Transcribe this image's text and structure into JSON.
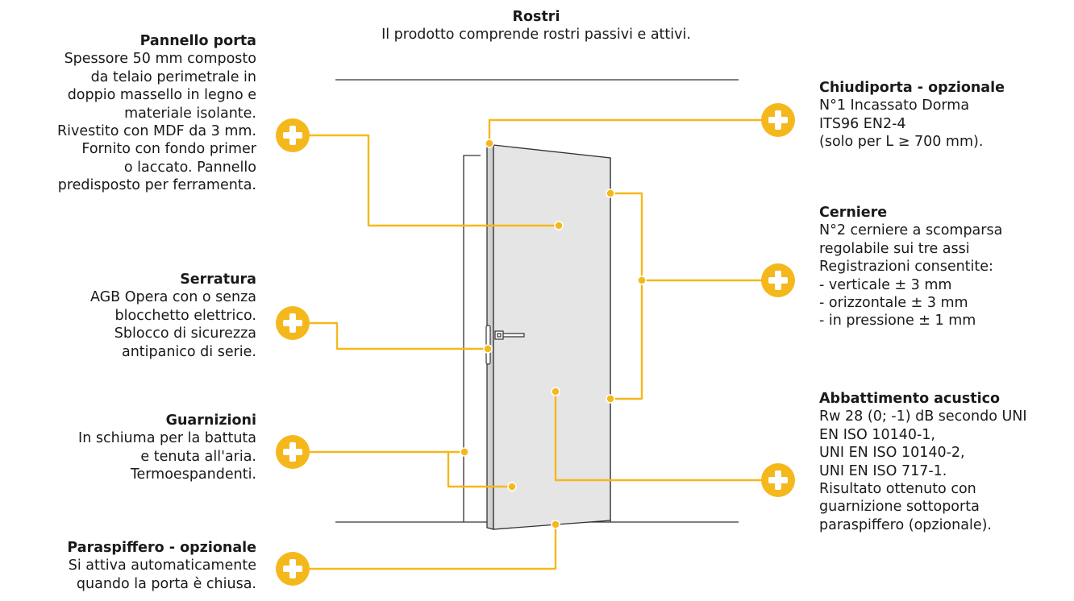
{
  "colors": {
    "accent": "#f5b81c",
    "panel": "#e5e5e5",
    "outline": "#333333",
    "text": "#1a1a1a"
  },
  "callouts": {
    "rostri": {
      "title": "Rostri",
      "lines": [
        "Il prodotto comprende rostri passivi e attivi."
      ]
    },
    "pannello": {
      "title": "Pannello porta",
      "lines": [
        "Spessore 50 mm composto",
        "da telaio perimetrale in",
        "doppio massello in legno e",
        "materiale isolante.",
        "Rivestito con MDF da 3 mm.",
        "Fornito con fondo primer",
        "o laccato. Pannello",
        "predisposto per ferramenta."
      ]
    },
    "serratura": {
      "title": "Serratura",
      "lines": [
        "AGB Opera con o senza",
        "blocchetto elettrico.",
        "Sblocco di sicurezza",
        "antipanico di serie."
      ]
    },
    "guarnizioni": {
      "title": "Guarnizioni",
      "lines": [
        "In schiuma per la battuta",
        "e tenuta all'aria.",
        "Termoespandenti."
      ]
    },
    "paraspiffero": {
      "title": "Paraspiffero - opzionale",
      "lines": [
        "Si attiva automaticamente",
        "quando la porta è chiusa."
      ]
    },
    "chiudiporta": {
      "title": "Chiudiporta - opzionale",
      "lines": [
        "N°1 Incassato Dorma",
        "ITS96 EN2-4",
        "(solo per L ≥ 700 mm)."
      ]
    },
    "cerniere": {
      "title": "Cerniere",
      "lines": [
        "N°2 cerniere a scomparsa",
        "regolabile sui tre assi",
        "Registrazioni consentite:",
        "- verticale ± 3 mm",
        "- orizzontale ± 3 mm",
        "- in pressione ± 1 mm"
      ]
    },
    "abbattimento": {
      "title": "Abbattimento acustico",
      "lines": [
        "Rw 28 (0; -1) dB secondo UNI",
        "EN ISO 10140-1,",
        "UNI EN ISO 10140-2,",
        "UNI EN ISO 717-1.",
        "Risultato ottenuto con",
        "guarnizione sottoporta",
        "paraspiffero (opzionale)."
      ]
    }
  },
  "buttons": {
    "pannello": {
      "icon": "plus-icon"
    },
    "serratura": {
      "icon": "plus-icon"
    },
    "guarnizioni": {
      "icon": "plus-icon"
    },
    "paraspiffero": {
      "icon": "plus-icon"
    },
    "chiudiporta": {
      "icon": "plus-icon"
    },
    "cerniere": {
      "icon": "plus-icon"
    },
    "abbattimento": {
      "icon": "plus-icon"
    }
  }
}
